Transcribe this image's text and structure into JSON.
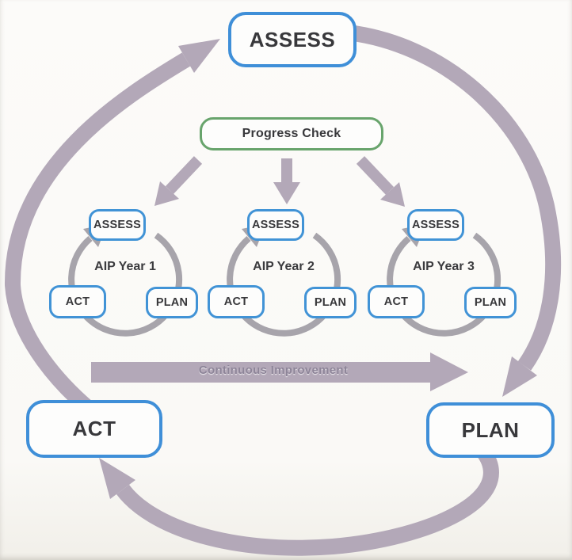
{
  "diagram": {
    "main_cycle": {
      "assess_label": "ASSESS",
      "act_label": "ACT",
      "plan_label": "PLAN"
    },
    "progress_check_label": "Progress Check",
    "continuous_improvement_label": "Continuous Improvement",
    "mini_cycles": [
      {
        "title": "AIP Year 1",
        "assess_label": "ASSESS",
        "act_label": "ACT",
        "plan_label": "PLAN"
      },
      {
        "title": "AIP Year 2",
        "assess_label": "ASSESS",
        "act_label": "ACT",
        "plan_label": "PLAN"
      },
      {
        "title": "AIP Year 3",
        "assess_label": "ASSESS",
        "act_label": "ACT",
        "plan_label": "PLAN"
      }
    ],
    "colors": {
      "box_border_blue": "#3f8fd8",
      "progress_border_green": "#68a46c",
      "big_arrow_purple": "#b3a8b8",
      "mini_arrow_gray": "#a7a4ab",
      "text_dark": "#38383b"
    }
  }
}
